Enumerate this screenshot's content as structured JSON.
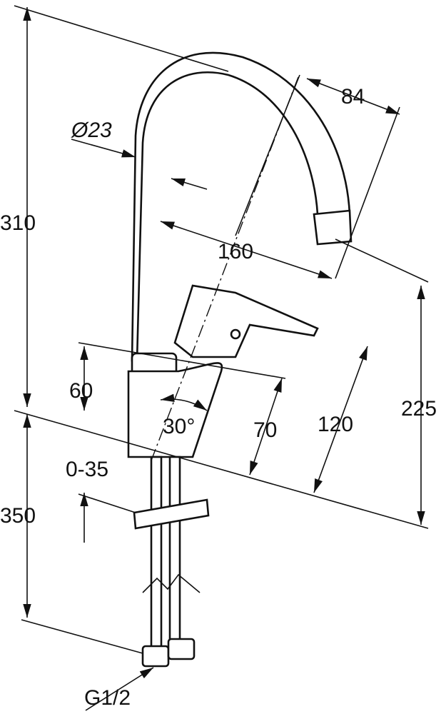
{
  "drawing": {
    "dimensions": {
      "spout_reach_top": "84",
      "pipe_diameter": "Ø23",
      "total_height": "310",
      "spout_reach": "160",
      "spout_outlet_height": "225",
      "body_height": "60",
      "lever_angle": "30°",
      "body_depth": "70",
      "body_length": "120",
      "counter_thickness": "0-35",
      "hose_length": "350",
      "connection_thread": "G1/2"
    }
  }
}
